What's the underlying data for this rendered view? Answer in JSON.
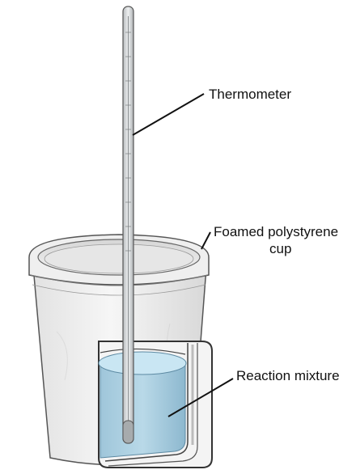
{
  "labels": {
    "thermometer": "Thermometer",
    "cup_line1": "Foamed polystyrene",
    "cup_line2": "cup",
    "reaction_mixture": "Reaction mixture"
  },
  "colors": {
    "cup_fill": "#ededed",
    "cup_outline": "#555555",
    "liquid_top": "#bfe0ee",
    "liquid_body": "#8db8cf",
    "thermometer_fill": "#d4d8da",
    "leader_line": "#111111"
  }
}
